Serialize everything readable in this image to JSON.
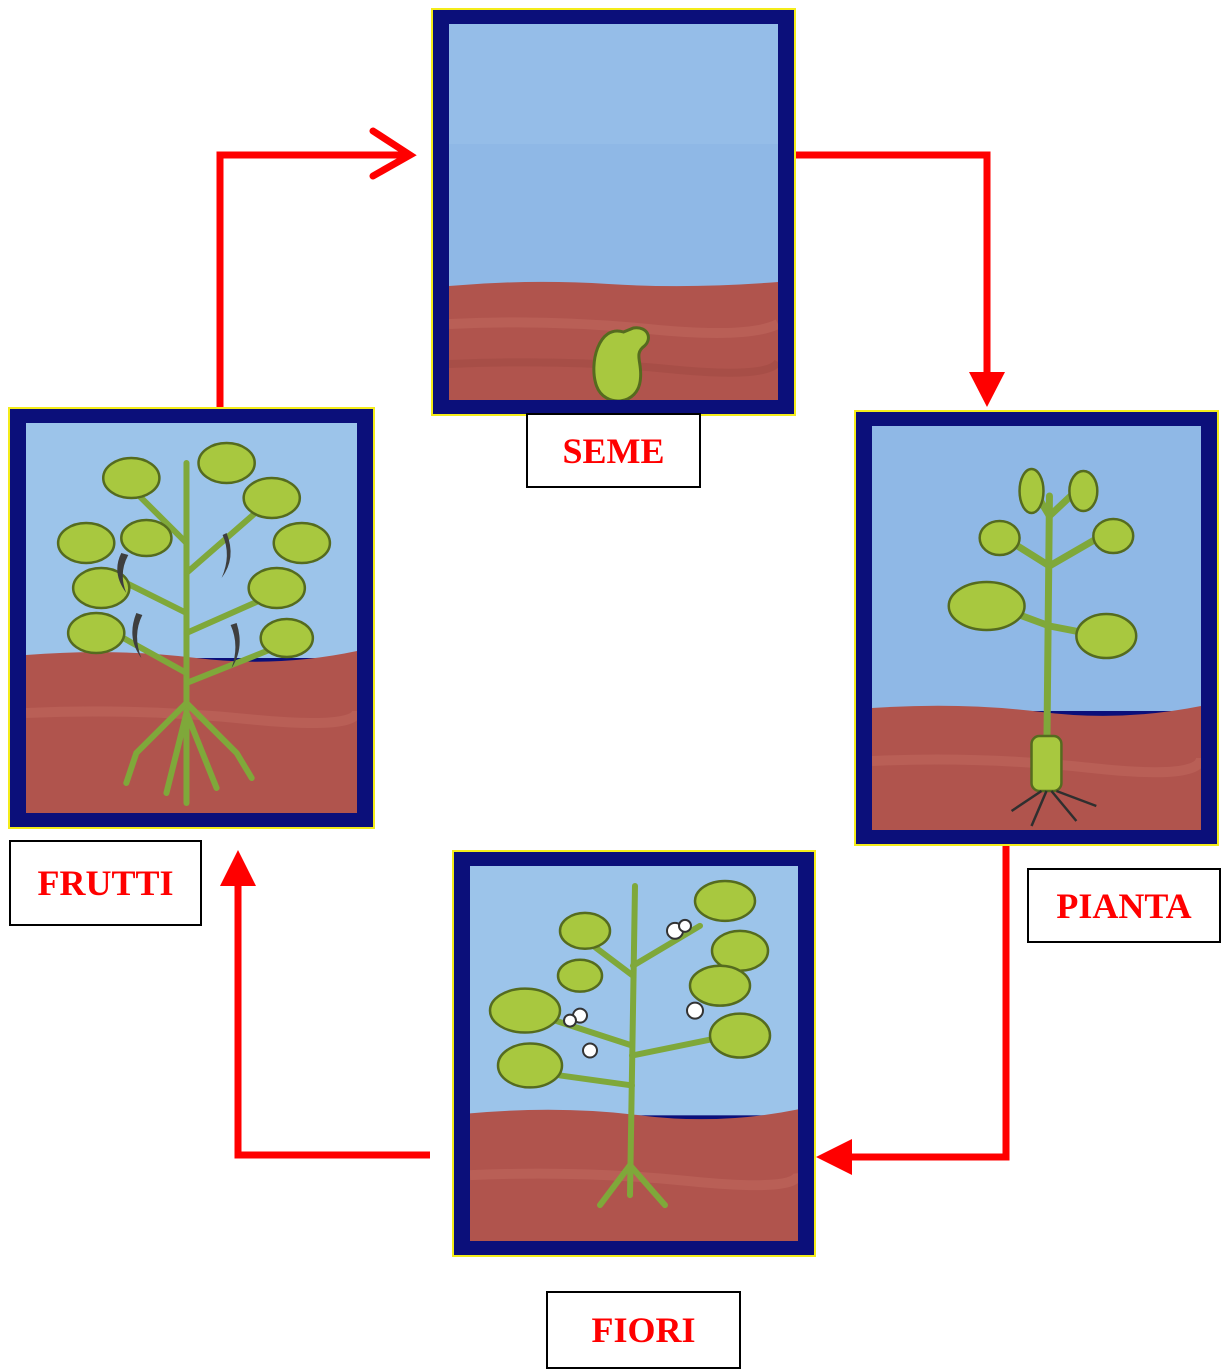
{
  "stages": {
    "seme": {
      "label": "SEME"
    },
    "pianta": {
      "label": "PIANTA"
    },
    "fiori": {
      "label": "FIORI"
    },
    "frutti": {
      "label": "FRUTTI"
    }
  },
  "colors": {
    "arrow": "#ff0000",
    "frame": "#0b0f7a",
    "frame_border": "#f4ec1a",
    "label_text": "#ff0000",
    "sky": "#8fb8e6",
    "soil": "#b0544d",
    "leaf": "#a8c83f",
    "stem": "#7fa83a"
  }
}
